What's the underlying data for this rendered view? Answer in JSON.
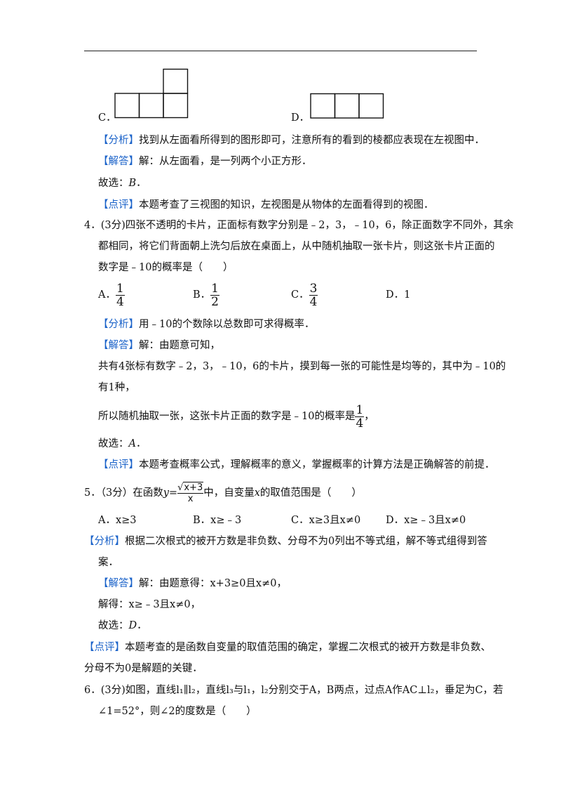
{
  "q3": {
    "option_c": "C．",
    "option_d": "D．",
    "analysis_tag": "【分析】",
    "analysis": "找到从左面看所得到的图形即可，注意所有的看到的棱都应表现在左视图中．",
    "answer_tag": "【解答】",
    "answer": "解：从左面看，是一列两个小正方形．",
    "choose_prefix": "故选：",
    "choose": "B",
    "choose_suffix": "．",
    "comment_tag": "【点评】",
    "comment": "本题考查了三视图的知识，左视图是从物体的左面看得到的视图．"
  },
  "q4": {
    "line1": "4．(3分)四张不透明的卡片，正面标有数字分别是﹣2，3，﹣10，6，除正面数字不同外，其余",
    "line2": "都相同，将它们背面朝上洗匀后放在桌面上，从中随机抽取一张卡片，则这张卡片正面的",
    "line3": "数字是﹣10的概率是（　　）",
    "opt_a_label": "A．",
    "opt_a_num": "1",
    "opt_a_den": "4",
    "opt_b_label": "B．",
    "opt_b_num": "1",
    "opt_b_den": "2",
    "opt_c_label": "C．",
    "opt_c_num": "3",
    "opt_c_den": "4",
    "opt_d": "D．1",
    "analysis_tag": "【分析】",
    "analysis": "用﹣10的个数除以总数即可求得概率．",
    "answer_tag": "【解答】",
    "answer": "解：由题意可知，",
    "sol1": "共有4张标有数字﹣2，3，﹣10，6的卡片，摸到每一张的可能性是均等的，其中为﹣10的",
    "sol2": "有1种，",
    "sol3": "所以随机抽取一张，这张卡片正面的数字是﹣10的概率是",
    "sol3_num": "1",
    "sol3_den": "4",
    "sol3_suffix": "，",
    "choose_prefix": "故选：",
    "choose": "A",
    "choose_suffix": "．",
    "comment_tag": "【点评】",
    "comment": "本题考查概率公式，理解概率的意义，掌握概率的计算方法是正确解答的前提．"
  },
  "q5": {
    "stem_prefix": "5．（3分）在函数",
    "y": "y",
    "eq": "=",
    "rad": "x+3",
    "den": "x",
    "stem_suffix_1": "中，自变量",
    "x": "x",
    "stem_suffix_2": "的取值范围是（　　）",
    "opt_a": "A．x≥3",
    "opt_b": "B．x≥﹣3",
    "opt_c": "C．x≥3且x≠0",
    "opt_d": "D．x≥﹣3且x≠0",
    "analysis_tag": "【分析】",
    "analysis": "根据二次根式的被开方数是非负数、分母不为0列出不等式组，解不等式组得到答",
    "analysis2": "案．",
    "answer_tag": "【解答】",
    "answer": "解：由题意得：x+3≥0且x≠0，",
    "sol1": "解得：x≥﹣3且x≠0，",
    "choose_prefix": "故选：",
    "choose": "D",
    "choose_suffix": "．",
    "comment_tag": "【点评】",
    "comment": "本题考查的是函数自变量的取值范围的确定，掌握二次根式的被开方数是非负数、",
    "comment2": "分母不为0是解题的关键．"
  },
  "q6": {
    "line1": "6．(3分)如图，直线l₁∥l₂，直线l₃与l₁，l₂分别交于A，B两点，过点A作AC⊥l₂，垂足为C，若",
    "line2": "∠1=52°，则∠2的度数是（　　）"
  }
}
